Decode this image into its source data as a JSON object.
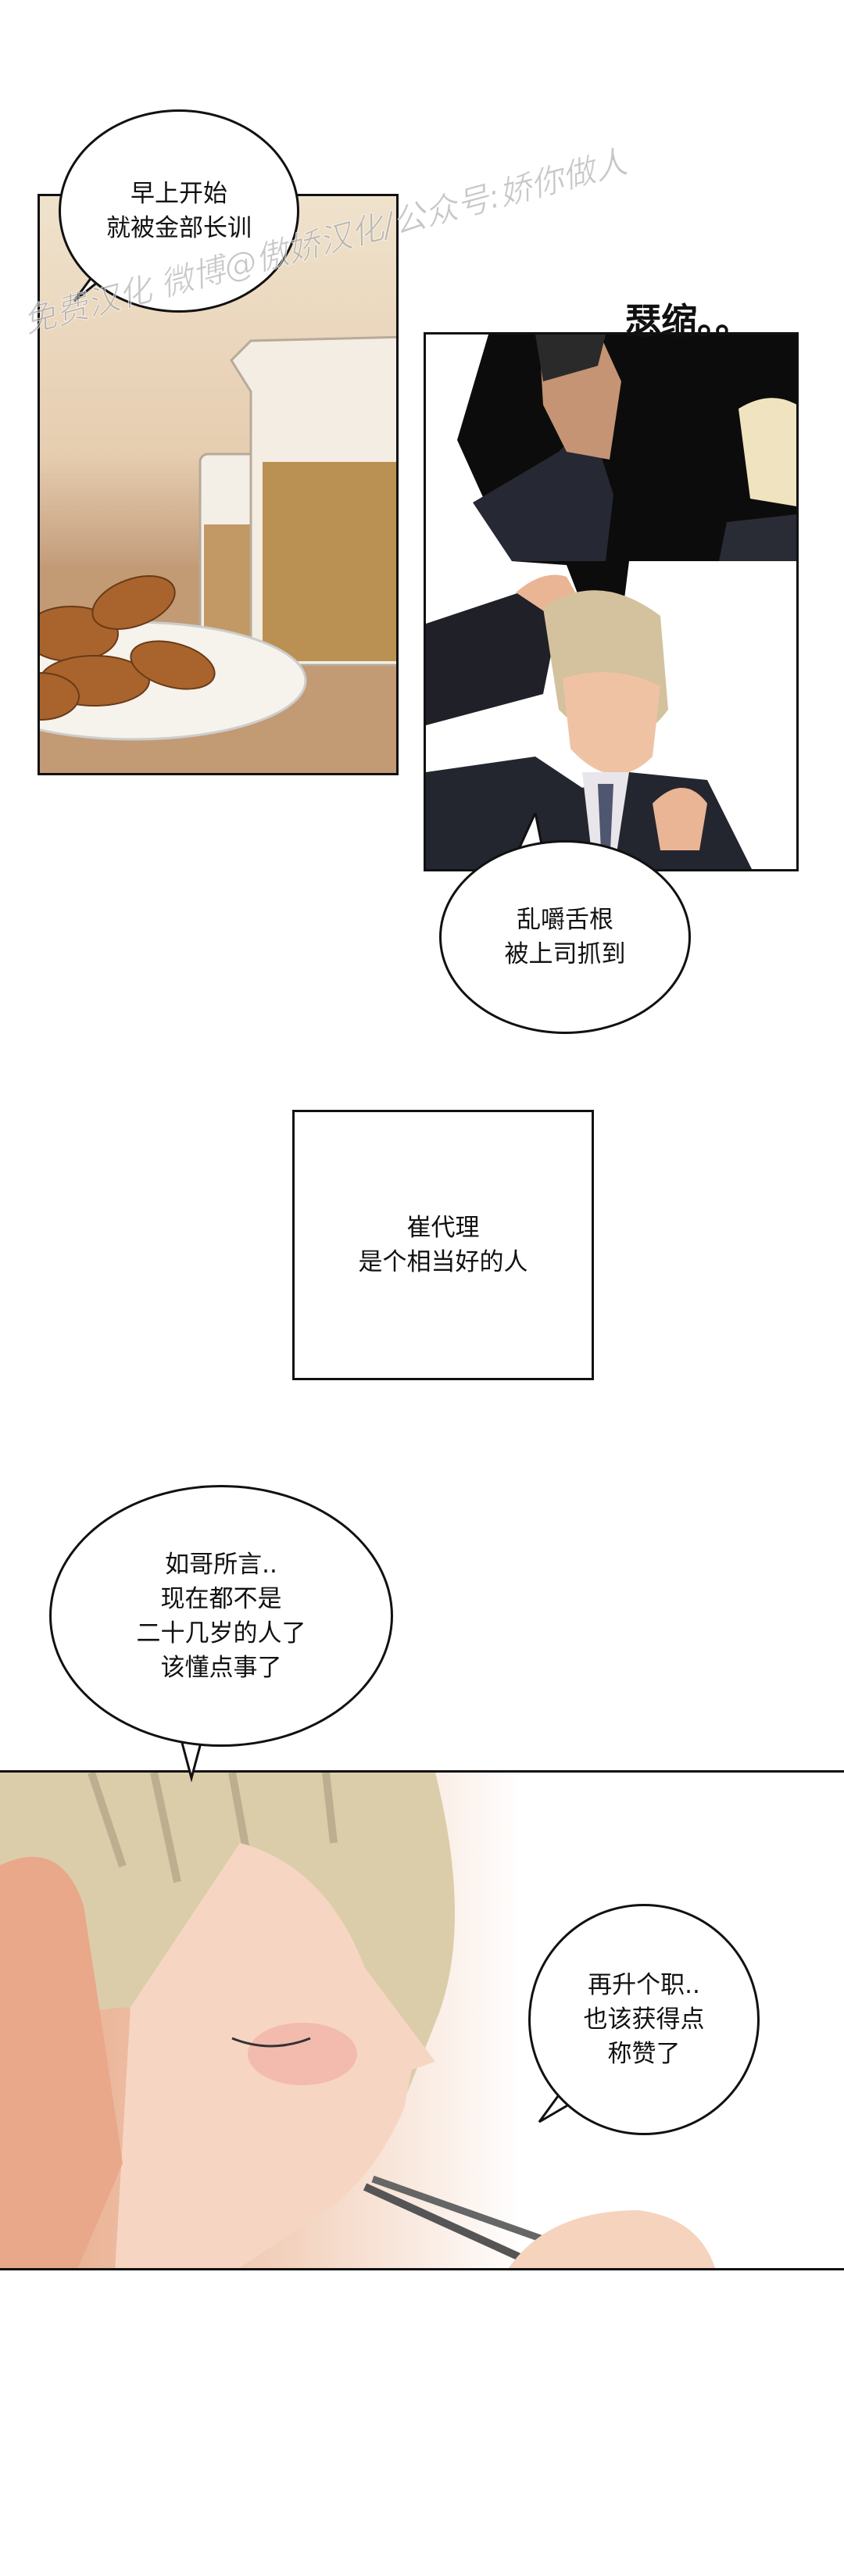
{
  "watermark": "免费汉化 微博@傲娇汉化/公众号:娇你做人",
  "panel1": {
    "bubble_lines": [
      "早上开始",
      "就被金部长训"
    ]
  },
  "panel2": {
    "sfx": "瑟缩。。"
  },
  "bubble2": {
    "lines": [
      "乱嚼舌根",
      "被上司抓到"
    ]
  },
  "narration_box": {
    "lines": [
      "崔代理",
      "是个相当好的人"
    ]
  },
  "bubble4": {
    "lines": [
      "如哥所言..",
      "现在都不是",
      "二十几岁的人了",
      "该懂点事了"
    ]
  },
  "panel3": {
    "bubble_lines": [
      "再升个职..",
      "也该获得点",
      "称赞了"
    ]
  },
  "colors": {
    "suit": "#24262f",
    "hair_blond": "#d8c7a0",
    "skin": "#f0c9ad",
    "table": "#c9a582"
  }
}
